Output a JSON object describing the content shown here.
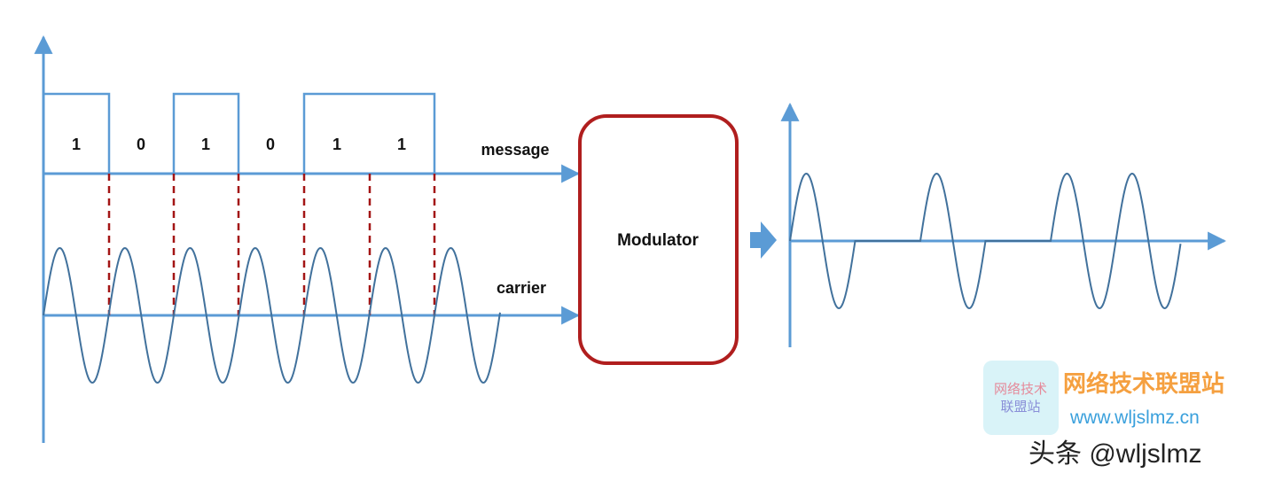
{
  "bits": [
    "1",
    "0",
    "1",
    "0",
    "1",
    "1"
  ],
  "labels": {
    "message": "message",
    "carrier": "carrier",
    "modulator": "Modulator"
  },
  "watermark": {
    "logo_line1": "网络技术",
    "logo_line2": "联盟站",
    "title": "网络技术联盟站",
    "url": "www.wljslmz.cn",
    "toutiao": "头条 @wljslmz"
  },
  "colors": {
    "axis": "#5b9bd5",
    "wave": "#41719c",
    "dashed": "#a31515",
    "modulator_border": "#b01e1e",
    "watermark_orange": "#f5a040",
    "watermark_blue": "#3aa0dc"
  }
}
